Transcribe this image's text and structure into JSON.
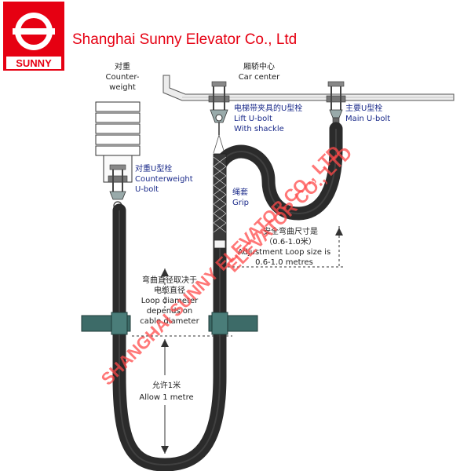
{
  "header": {
    "logo_text": "SUNNY",
    "company_name": "Shanghai Sunny Elevator Co., Ltd"
  },
  "labels": {
    "counterweight_cn": "对重",
    "counterweight_en_1": "Counter-",
    "counterweight_en_2": "weight",
    "car_center_cn": "厢轿中心",
    "car_center_en": "Car center",
    "lift_ubolt_cn": "电梯带夹具的U型栓",
    "lift_ubolt_en_1": "Lift U-bolt",
    "lift_ubolt_en_2": "With shackle",
    "main_ubolt_cn": "主要U型栓",
    "main_ubolt_en": "Main U-bolt",
    "cw_ubolt_cn": "对重U型栓",
    "cw_ubolt_en_1": "Counterweight",
    "cw_ubolt_en_2": "U-bolt",
    "grip_cn": "绳套",
    "grip_en": "Grip",
    "loop_size_cn_1": "安全弯曲尺寸是",
    "loop_size_cn_2": "（0.6-1.0米）",
    "loop_size_en_1": "Adjustment Loop size is",
    "loop_size_en_2": "0.6-1.0 metres",
    "loop_diam_cn_1": "弯曲直径取决于",
    "loop_diam_cn_2": "电缆直径",
    "loop_diam_en_1": "Loop diameter",
    "loop_diam_en_2": "depends on",
    "loop_diam_en_3": "cable diameter",
    "allow_cn": "允许1米",
    "allow_en": "Allow 1 metre"
  },
  "watermarks": {
    "diagonal_1": "SHANGHAI SUNNY ELEVATOR CO., LTD",
    "diagonal_2": "ELEVATOR CO., LTD"
  },
  "colors": {
    "brand_red": "#e60012",
    "cable": "#2b2b2b",
    "clamp": "#3d6b68",
    "label_blue": "#1a2a8a"
  }
}
